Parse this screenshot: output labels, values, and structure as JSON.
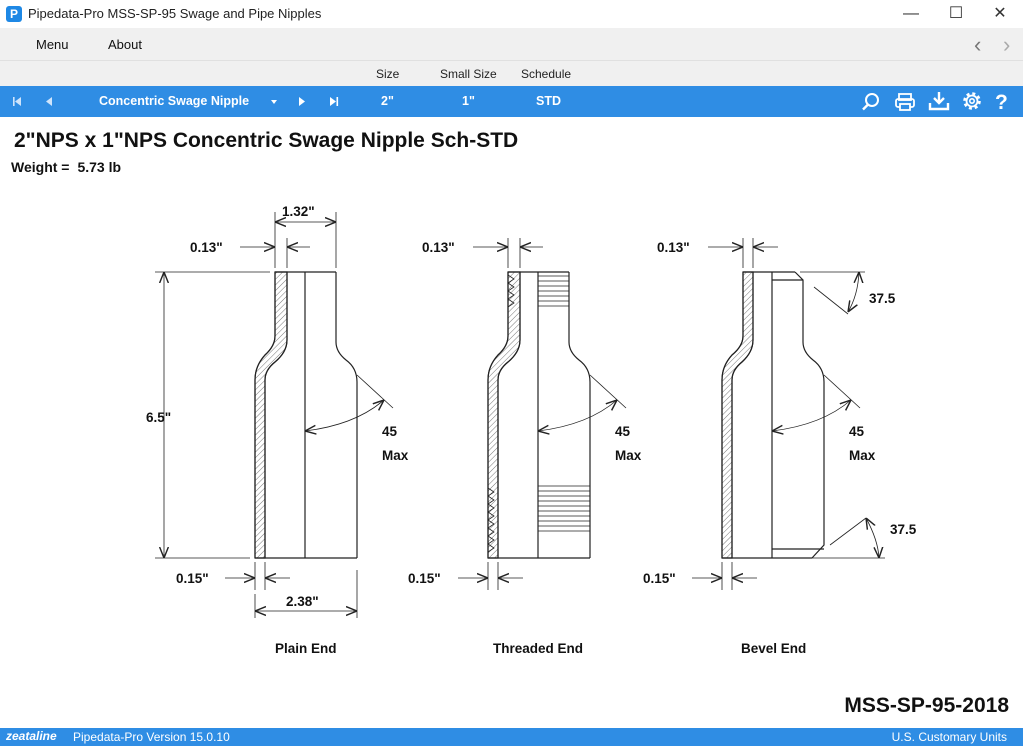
{
  "window": {
    "app_icon": "P",
    "title": "Pipedata-Pro  MSS-SP-95 Swage and Pipe Nipples",
    "minimize_icon": "minimize-icon",
    "maximize_icon": "maximize-icon",
    "close_icon": "close-icon"
  },
  "menu": {
    "items": [
      "Menu",
      "About"
    ]
  },
  "column_headers": {
    "size": "Size",
    "small_size": "Small Size",
    "schedule": "Schedule"
  },
  "toolbar": {
    "item": "Concentric Swage Nipple",
    "size": "2\"",
    "small_size": "1\"",
    "schedule": "STD",
    "icons": [
      "first-icon",
      "prev-icon",
      "dropdown-icon",
      "next-icon",
      "last-icon",
      "search-icon",
      "print-icon",
      "download-icon",
      "settings-icon",
      "help-icon"
    ],
    "color": "#2f8de4"
  },
  "content": {
    "title": "2\"NPS x 1\"NPS Concentric Swage Nipple Sch-STD",
    "weight_label": "Weight =",
    "weight_value": "5.73 lb",
    "standard": "MSS-SP-95-2018"
  },
  "drawing": {
    "plain": {
      "label": "Plain End",
      "large_od": "1.32\"",
      "thk_top": "0.13\"",
      "length": "6.5\"",
      "angle": "45",
      "angle_note": "Max",
      "thk_bottom": "0.15\"",
      "small_od": "2.38\""
    },
    "threaded": {
      "label": "Threaded End",
      "thk_top": "0.13\"",
      "angle": "45",
      "angle_note": "Max",
      "thk_bottom": "0.15\""
    },
    "bevel": {
      "label": "Bevel End",
      "thk_top": "0.13\"",
      "bevel_top": "37.5",
      "angle": "45",
      "angle_note": "Max",
      "bevel_bottom": "37.5",
      "thk_bottom": "0.15\""
    }
  },
  "status": {
    "brand": "zeataline",
    "version": "Pipedata-Pro Version 15.0.10",
    "units": "U.S. Customary Units"
  }
}
